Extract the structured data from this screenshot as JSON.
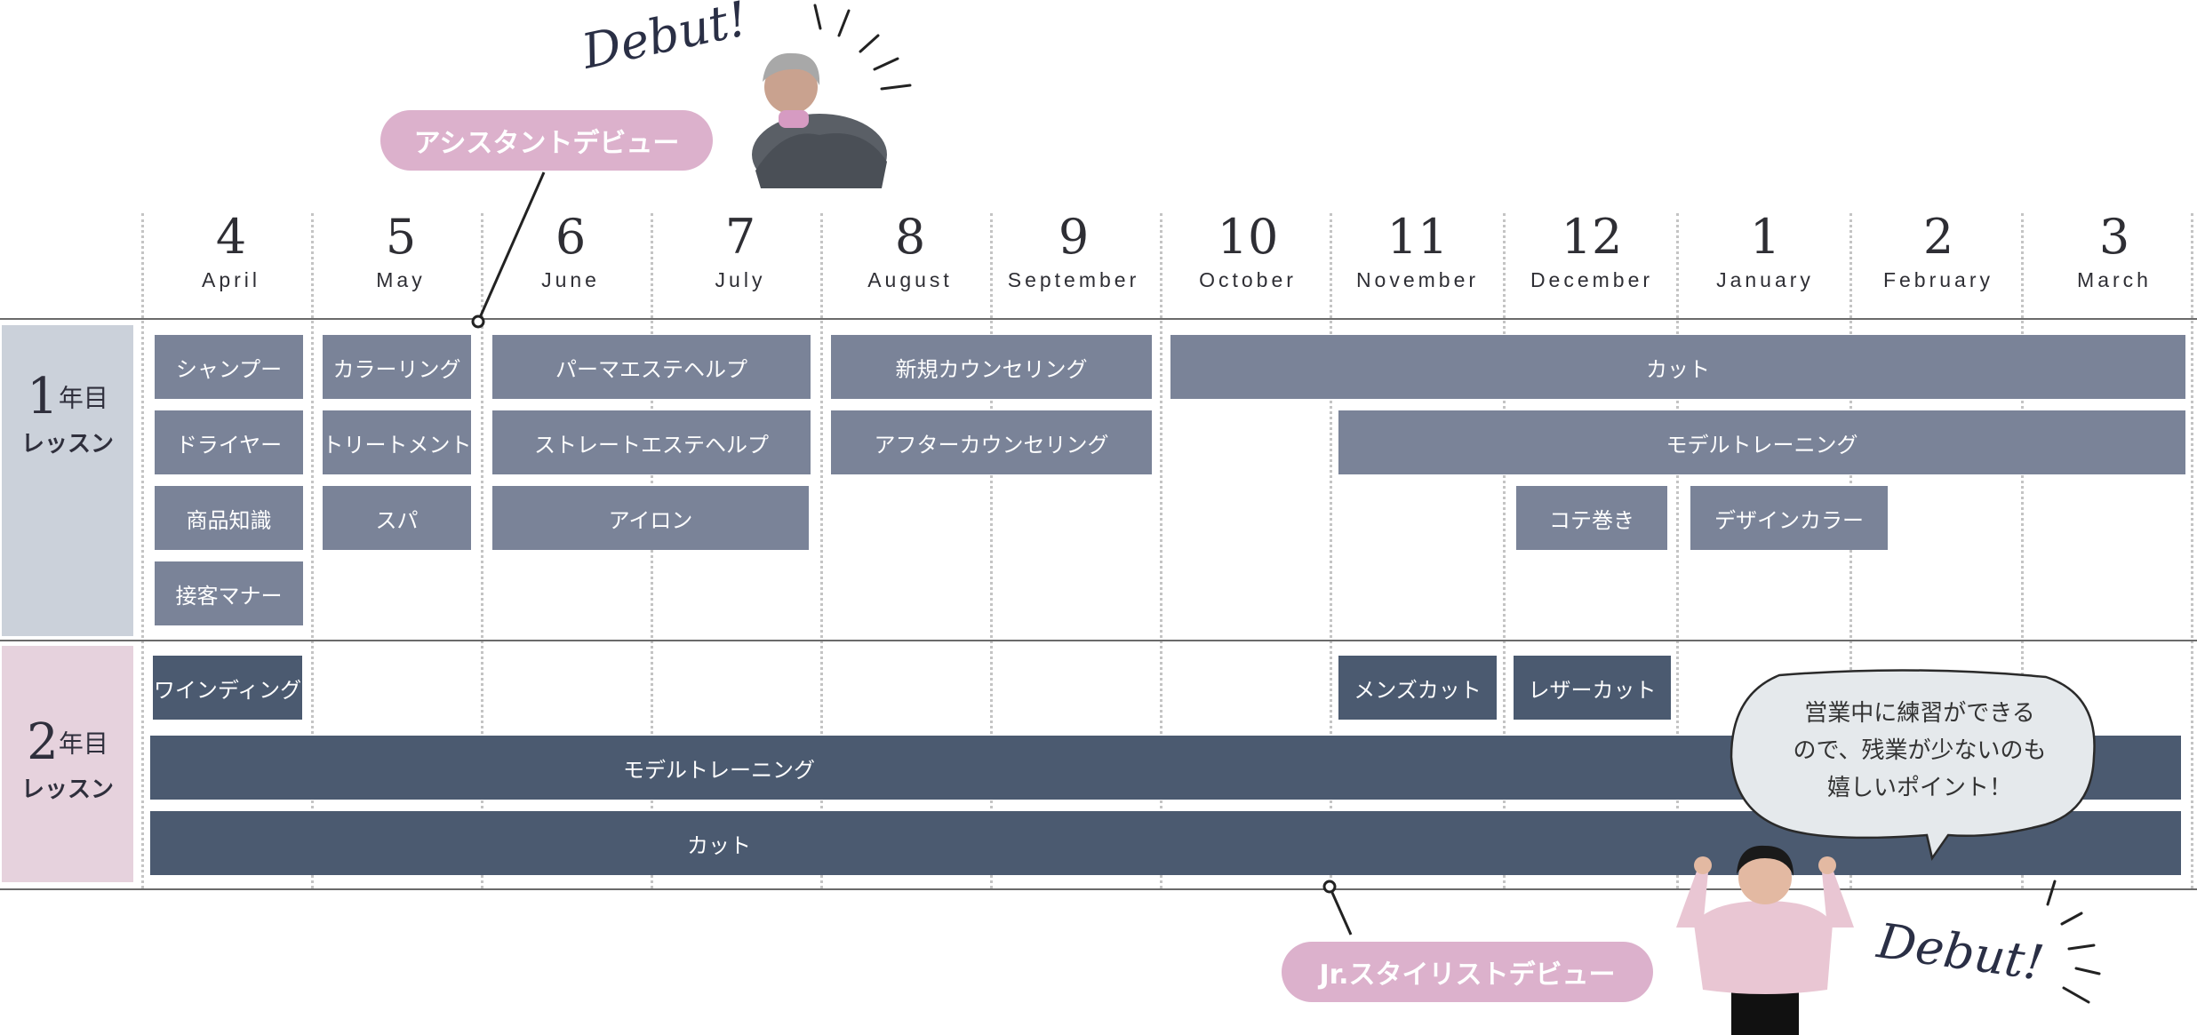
{
  "debut_top": {
    "label": "アシスタントデビュー",
    "script": "Debut!"
  },
  "debut_bottom": {
    "label": "Jr.スタイリストデビュー",
    "script": "Debut!"
  },
  "months": [
    {
      "num": "4",
      "name": "April"
    },
    {
      "num": "5",
      "name": "May"
    },
    {
      "num": "6",
      "name": "June"
    },
    {
      "num": "7",
      "name": "July"
    },
    {
      "num": "8",
      "name": "August"
    },
    {
      "num": "9",
      "name": "September"
    },
    {
      "num": "10",
      "name": "October"
    },
    {
      "num": "11",
      "name": "November"
    },
    {
      "num": "12",
      "name": "December"
    },
    {
      "num": "1",
      "name": "January"
    },
    {
      "num": "2",
      "name": "February"
    },
    {
      "num": "3",
      "name": "March"
    }
  ],
  "year1": {
    "num": "1",
    "suffix": "年目",
    "sub": "レッスン",
    "bars": [
      {
        "label": "シャンプー"
      },
      {
        "label": "ドライヤー"
      },
      {
        "label": "商品知識"
      },
      {
        "label": "接客マナー"
      },
      {
        "label": "カラーリング"
      },
      {
        "label": "トリートメント"
      },
      {
        "label": "スパ"
      },
      {
        "label": "パーマエステヘルプ"
      },
      {
        "label": "ストレートエステヘルプ"
      },
      {
        "label": "アイロン"
      },
      {
        "label": "新規カウンセリング"
      },
      {
        "label": "アフターカウンセリング"
      },
      {
        "label": "カット"
      },
      {
        "label": "モデルトレーニング"
      },
      {
        "label": "コテ巻き"
      },
      {
        "label": "デザインカラー"
      }
    ]
  },
  "year2": {
    "num": "2",
    "suffix": "年目",
    "sub": "レッスン",
    "bars": [
      {
        "label": "ワインディング"
      },
      {
        "label": "メンズカット"
      },
      {
        "label": "レザーカット"
      },
      {
        "label": "モデルトレーニング"
      },
      {
        "label": "カット"
      }
    ]
  },
  "bubble": {
    "lines": [
      "営業中に練習ができる",
      "ので、残業が少ないのも",
      "嬉しいポイント！"
    ]
  },
  "colors": {
    "year1_bar": "#7a8398",
    "year2_bar": "#4b5a70",
    "year1_panel": "#cbd1da",
    "year2_panel": "#e6d2dd",
    "pill": "#dcb1cc"
  }
}
